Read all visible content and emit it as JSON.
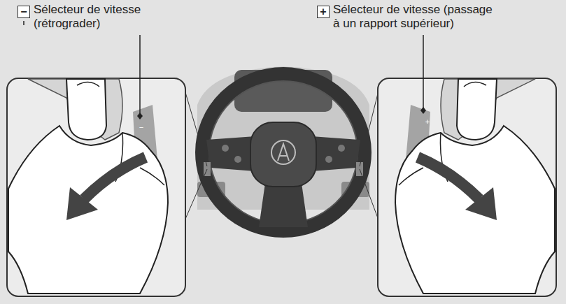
{
  "diagram": {
    "labels": [
      "−",
      "Sélecteur de vitesse (rétrograder)",
      "+",
      "Sélecteur de vitesse (passage à un rapport supérieur)",
      "−",
      "+"
    ]
  }
}
